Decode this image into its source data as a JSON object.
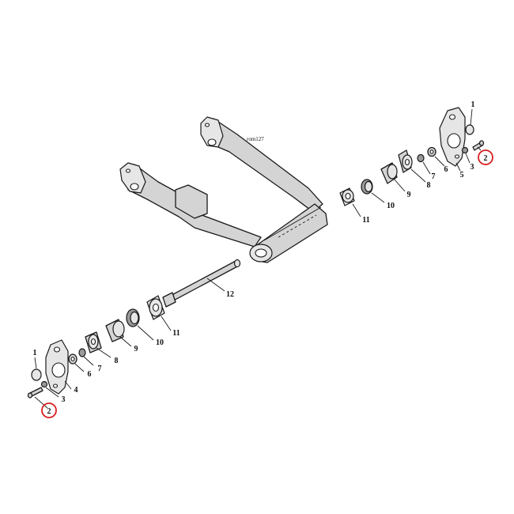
{
  "diagram": {
    "reference_code": "rom127",
    "highlight_color": "#d81e1e",
    "callouts": [
      {
        "id": "r1",
        "text": "1"
      },
      {
        "id": "r2",
        "text": "2",
        "highlighted": true
      },
      {
        "id": "r3",
        "text": "3"
      },
      {
        "id": "r5",
        "text": "5"
      },
      {
        "id": "r6",
        "text": "6"
      },
      {
        "id": "r7",
        "text": "7"
      },
      {
        "id": "r8",
        "text": "8"
      },
      {
        "id": "r9",
        "text": "9"
      },
      {
        "id": "r10",
        "text": "10"
      },
      {
        "id": "r11",
        "text": "11"
      },
      {
        "id": "a12",
        "text": "12"
      },
      {
        "id": "l11",
        "text": "11"
      },
      {
        "id": "l10",
        "text": "10"
      },
      {
        "id": "l9",
        "text": "9"
      },
      {
        "id": "l8",
        "text": "8"
      },
      {
        "id": "l7",
        "text": "7"
      },
      {
        "id": "l6",
        "text": "6"
      },
      {
        "id": "l1",
        "text": "1"
      },
      {
        "id": "l4",
        "text": "4"
      },
      {
        "id": "l3",
        "text": "3"
      },
      {
        "id": "l2",
        "text": "2",
        "highlighted": true
      }
    ]
  }
}
